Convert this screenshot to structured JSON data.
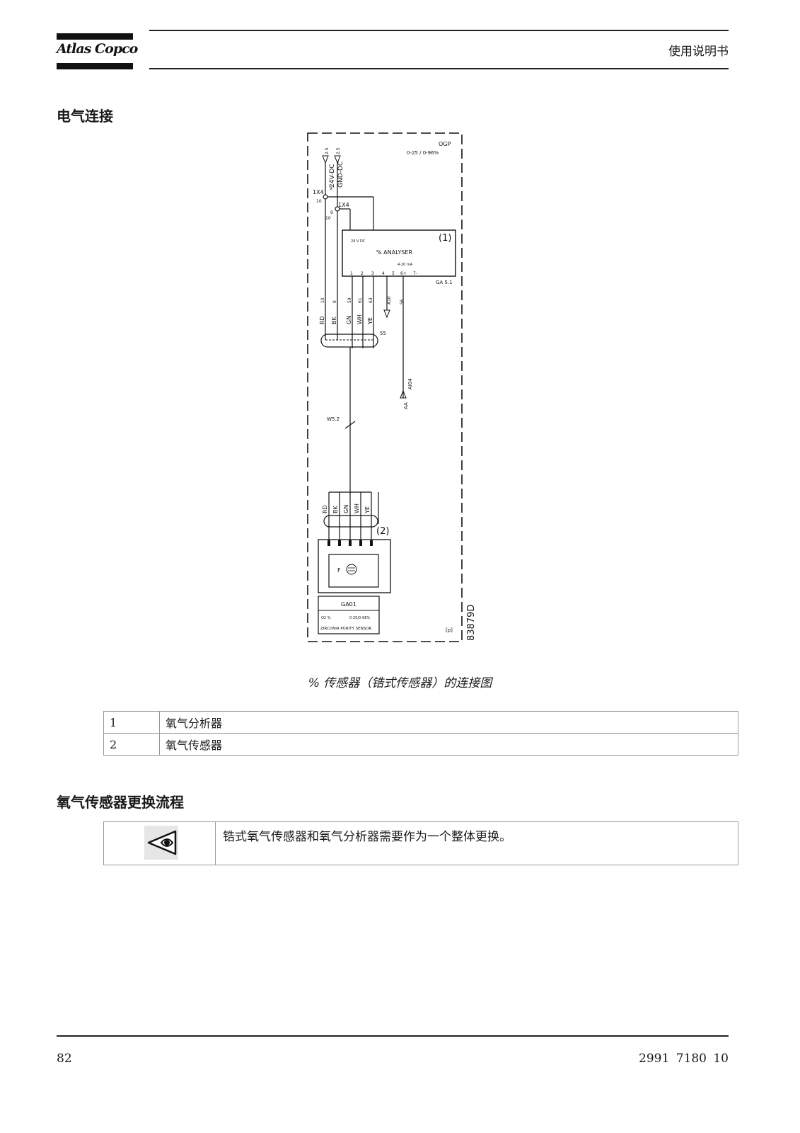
{
  "header": {
    "brand": "Atlas Copco",
    "title": "使用说明书"
  },
  "section1": {
    "heading": "电气连接"
  },
  "diagram": {
    "ogp_label": "OGP",
    "ogp_range": "0-25 / 0-96%",
    "supply_pos": "24V-DC",
    "supply_gnd": "GND-DC",
    "wire_size_a": "2.5",
    "wire_size_b": "2.5",
    "terminal_1x4_a": "1X4",
    "terminal_1x4_b": "1X4",
    "t_10a": "10",
    "t_9a": "9",
    "t_10b": "10",
    "t_9b": "9",
    "analyser_name": "% ANALYSER",
    "analyser_id": "(1)",
    "analyser_ref": "GA 5.1",
    "analyser_power": "24 V DC",
    "out_label": "4-20 mA",
    "pin_1": "1",
    "pin_2": "2",
    "pin_3": "3",
    "pin_4": "4",
    "pin_5": "5",
    "pin_6": "6+",
    "pin_7": "7-",
    "wire_num_10": "10",
    "wire_num_9": "9",
    "wire_num_59": "59",
    "wire_num_61": "61",
    "wire_num_63": "63",
    "wire_a10": "A10",
    "wire_56": "56",
    "color_rd": "RD",
    "color_bk": "BK",
    "color_gn": "GN",
    "color_wh": "WH",
    "color_ye": "YE",
    "shield_55": "55",
    "ai_label": "AI04",
    "aa_label": "AA",
    "cable_label": "W5.2",
    "sensor_colors": [
      "RD",
      "BK",
      "GN",
      "WH",
      "YE"
    ],
    "sensor_id": "(2)",
    "sensor_f": "F",
    "sensor_tag": "GA01",
    "sensor_spec_a": "O2 %",
    "sensor_spec_b": "0-25/0-96%",
    "sensor_name": "ZIRCONIA PURITY SENSOR",
    "p_mark": "[p]",
    "drawing_number": "83879D"
  },
  "caption": "% 传感器（锆式传感器）的连接图",
  "legend": [
    {
      "num": "1",
      "text": "氧气分析器"
    },
    {
      "num": "2",
      "text": "氧气传感器"
    }
  ],
  "section2": {
    "heading": "氧气传感器更换流程"
  },
  "note": {
    "icon": "eye-attention-icon",
    "text": "锆式氧气传感器和氧气分析器需要作为一个整体更换。"
  },
  "footer": {
    "page": "82",
    "doc_number": "2991 7180 10"
  }
}
